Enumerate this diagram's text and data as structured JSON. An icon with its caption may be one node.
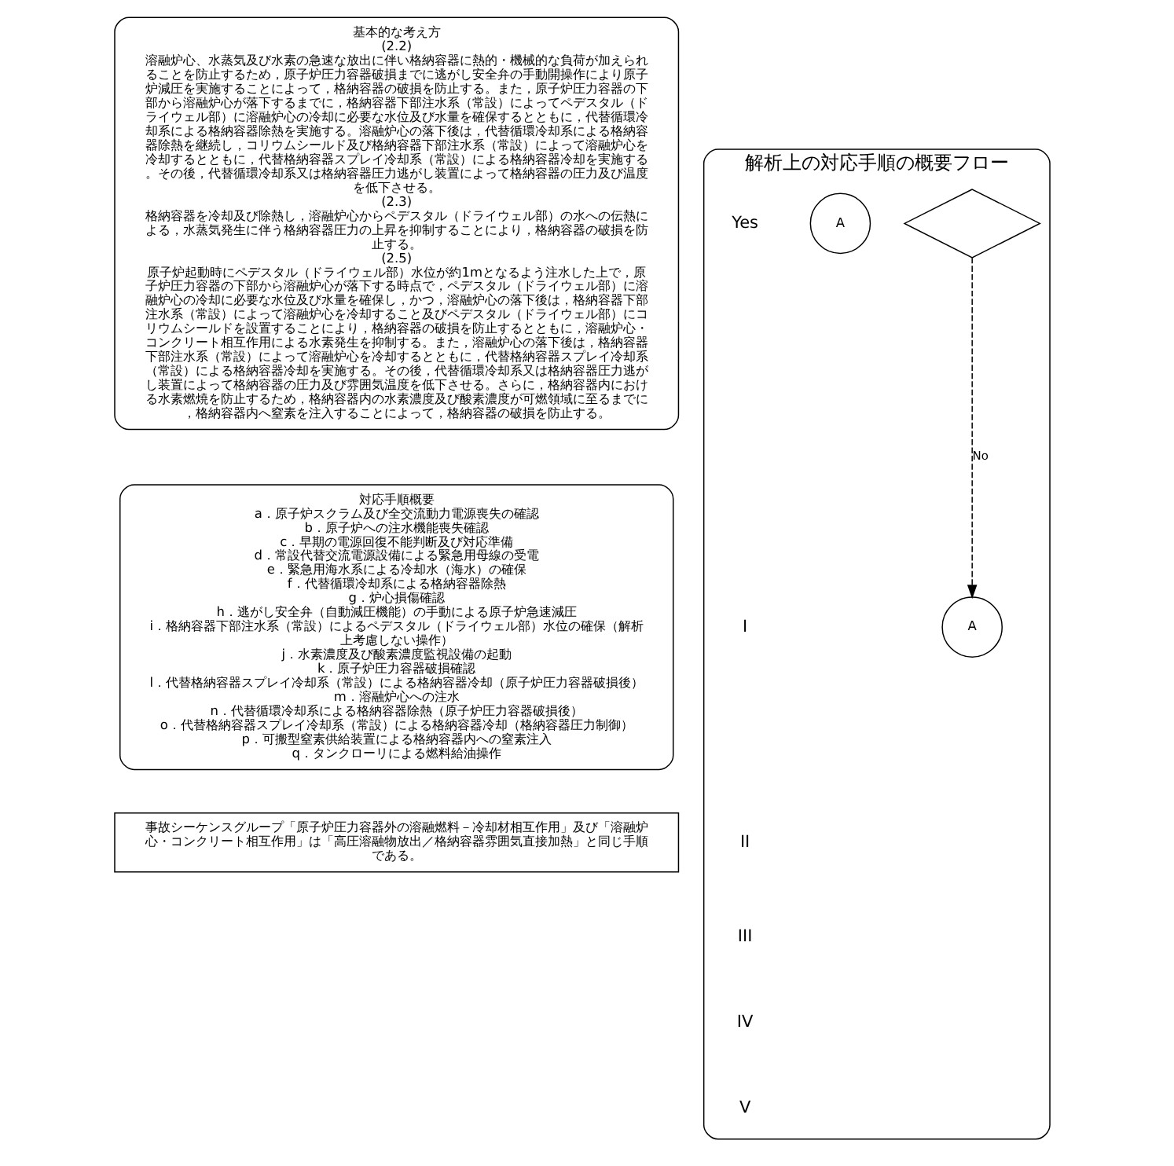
{
  "diagram": {
    "nodes": [
      {
        "text": [
          "基本的な考え方",
          "(2.2)",
          "溶融炉心、水蒸気及び水素の急速な放出に伴い格納容器に熱的・機械的な負荷が加えられることを防止するため，原子炉圧力容器破損までに逃がし安全弁の手動開操作により原子炉減圧を実施することによって，格納容器の破損を防止する。また，原子炉圧力容器の下部から溶融炉心が落下するまでに，格納容器下部注水系（常設）によってペデスタル（ドライウェル部）に溶融炉心の冷却に必要な水位及び水量を確保するとともに，代替循環冷却系による格納容器除熱を実施する。溶融炉心の落下後は，代替循環冷却系による格納容器除熱を継続し，コリウムシールド及び格納容器下部注水系（常設）によって溶融炉心を冷却するとともに，代替格納容器スプレイ冷却系（常設）による格納容器冷却を実施する。その後，代替循環冷却系又は格納容器圧力逃がし装置によって格納容器の圧力及び温度を低下させる。",
          "(2.3)",
          "格納容器を冷却及び除熱し，溶融炉心からペデスタル（ドライウェル部）の水への伝熱による，水蒸気発生に伴う格納容器圧力の上昇を抑制することにより，格納容器の破損を防止する。",
          "(2.5)",
          "原子炉起動時にペデスタル（ドライウェル部）水位が約1mとなるよう注水した上で，原子炉圧力容器の下部から溶融炉心が落下する時点で，ペデスタル（ドライウェル部）に溶融炉心の冷却に必要な水位及び水量を確保し，かつ，溶融炉心の落下後は，格納容器下部注水系（常設）によって溶融炉心を冷却すること及びペデスタル（ドライウェル部）にコリウムシールドを設置することにより，格納容器の破損を防止するとともに，溶融炉心・コンクリート相互作用による水素発生を抑制する。また，溶融炉心の落下後は，格納容器下部注水系（常設）によって溶融炉心を冷却するとともに，代替格納容器スプレイ冷却系（常設）による格納容器冷却を実施する。その後，代替循環冷却系又は格納容器圧力逃がし装置によって格納容器の圧力及び雰囲気温度を低下させる。さらに，格納容器内における水素燃焼を防止するため，格納容器内の水素濃度及び酸素濃度が可燃領域に至るまでに，格納容器内へ窒素を注入することによって，格納容器の破損を防止する。"
        ]
      },
      {
        "text": [
          "対応手順概要",
          "a．原子炉スクラム及び全交流動力電源喪失の確認",
          "b．原子炉への注水機能喪失確認",
          "c．早期の電源回復不能判断及び対応準備",
          "d．常設代替交流電源設備による緊急用母線の受電",
          "e．緊急用海水系による冷却水（海水）の確保",
          "f．代替循環冷却系による格納容器除熱",
          "g．炉心損傷確認",
          "h．逃がし安全弁（自動減圧機能）の手動による原子炉急速減圧",
          "i．格納容器下部注水系（常設）によるペデスタル（ドライウェル部）水位の確保（解析上考慮しない操作）",
          "j．水素濃度及び酸素濃度監視設備の起動",
          "k．原子炉圧力容器破損確認",
          "l．代替格納容器スプレイ冷却系（常設）による格納容器冷却（原子炉圧力容器破損後）",
          "m．溶融炉心への注水",
          "n．代替循環冷却系による格納容器除熱（原子炉圧力容器破損後）",
          "o．代替格納容器スプレイ冷却系（常設）による格納容器冷却（格納容器圧力制御）",
          "p．可搬型窒素供給装置による格納容器内への窒素注入",
          "q．タンクローリによる燃料給油操作"
        ]
      },
      {
        "text": [
          "事故シーケンスグループ「原子炉圧力容器外の溶融燃料－冷却材相互作用」及び「溶融炉心・コンクリート相互作用」は「高圧溶融物放出／格納容器雰囲気直接加熱」と同じ手順である。"
        ]
      },
      {
        "text": [
          "解析上の対応手順の概要フロー"
        ]
      },
      {
        "text": [],
        "shape": "diamond",
        "in": 3
      },
      {
        "text": [
          "A"
        ],
        "in": 3
      },
      {
        "text": [
          "A"
        ],
        "in": 3
      }
    ],
    "edges": [
      {
        "from": 4,
        "to": 5,
        "arrow": "to",
        "label": "No",
        "style": "dashed"
      }
    ],
    "labels": [
      "Yes",
      "I",
      "II",
      "III",
      "IV",
      "V"
    ]
  }
}
